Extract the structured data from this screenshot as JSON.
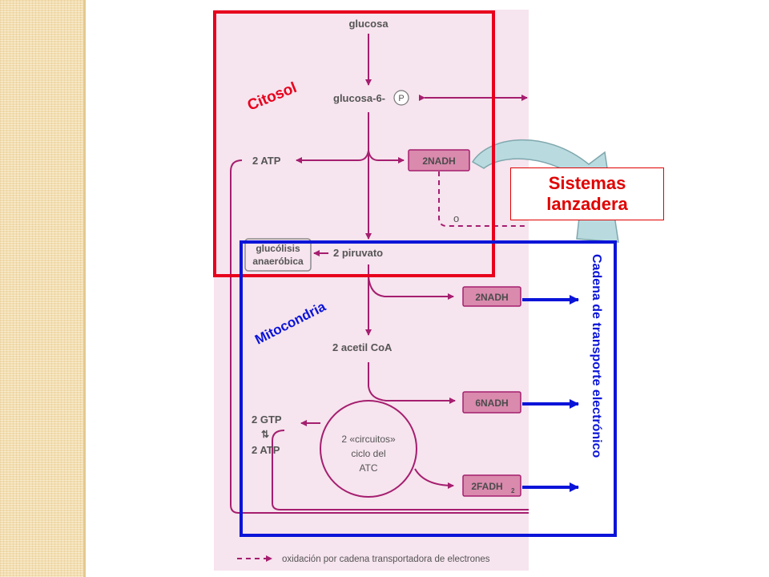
{
  "labels": {
    "glucose": "glucosa",
    "glucose6p": "glucosa-6-",
    "phosphate": "P",
    "atp_top": "2 ATP",
    "nadh_cyto": "2NADH",
    "or": "o",
    "anaerobic_line1": "glucólisis",
    "anaerobic_line2": "anaeróbica",
    "pyruvate": "2 piruvato",
    "nadh_mito": "2NADH",
    "acetyl": "2 acetil CoA",
    "nadh6": "6NADH",
    "gtp": "2 GTP",
    "equilibrium": "⇅",
    "atp_bottom": "2 ATP",
    "cycle_line1": "2 «circuitos»",
    "cycle_line2": "ciclo del",
    "cycle_line3": "ATC",
    "fadh2": "2FADH",
    "fadh2_sub": "2",
    "legend": "oxidación por cadena transportadora de electrones"
  },
  "overlay": {
    "cytosol": "Citosol",
    "mitochondria": "Mitocondria",
    "shuttle": "Sistemas\nlanzadera",
    "chain": "Cadena de transporte electrónico"
  },
  "colors": {
    "cytosol_frame": "#e8001c",
    "mitochondria_frame": "#0a14d8",
    "pathway": "#a51e6f",
    "box_fill": "#d98aad",
    "shuttle_arrow": "#b9dbe0",
    "diagram_background": "#f6e4ee"
  }
}
